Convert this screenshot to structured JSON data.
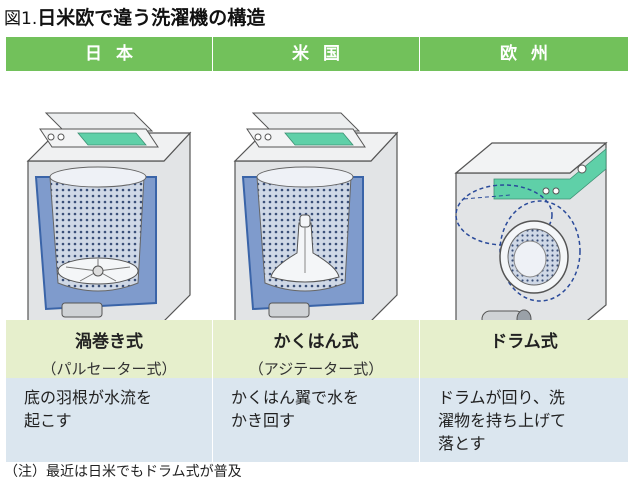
{
  "title": {
    "prefix": "図1.",
    "main": "日米欧で違う洗濯機の構造"
  },
  "columns": [
    {
      "header": "日本",
      "name": "渦巻き式",
      "sub": "（パルセーター式）",
      "desc": "底の羽根が水流を\n起こす"
    },
    {
      "header": "米国",
      "name": "かくはん式",
      "sub": "（アジテーター式）",
      "desc": "かくはん翼で水を\nかき回す"
    },
    {
      "header": "欧州",
      "name": "ドラム式",
      "sub": "",
      "desc": "ドラムが回り、洗\n濯物を持ち上げて\n落とす"
    }
  ],
  "note": "（注）最近は日米でもドラム式が普及",
  "colors": {
    "header_green": "#72c15b",
    "name_bg": "#e6efcc",
    "desc_bg": "#dbe6ef",
    "machine_body": "#e2e4e6",
    "water_blue": "#3a64a8",
    "panel_green": "#5fd0a8"
  },
  "icons": [
    "pulsator-washer-icon",
    "agitator-washer-icon",
    "drum-washer-icon"
  ]
}
